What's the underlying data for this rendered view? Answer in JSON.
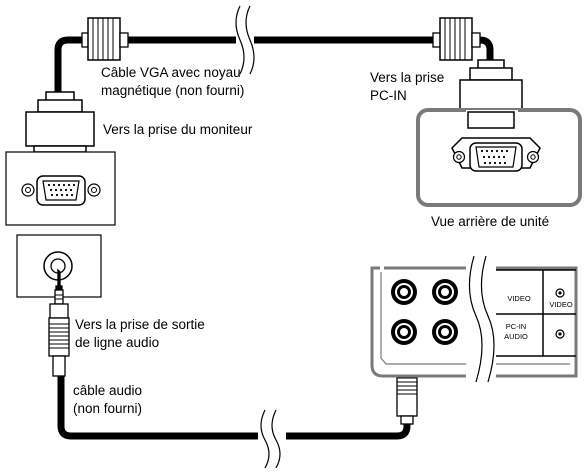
{
  "labels": {
    "vga_cable_line1": "Câble VGA avec noyau",
    "vga_cable_line2": "magnétique (non fourni)",
    "to_pc_in_line1": "Vers la prise",
    "to_pc_in_line2": "PC-IN",
    "to_monitor": "Vers la prise du moniteur",
    "rear_view": "Vue arrière de unité",
    "audio_out_line1": "Vers la prise de sortie",
    "audio_out_line2": "de ligne audio",
    "audio_cable_line1": "câble audio",
    "audio_cable_line2": "(non fourni)"
  },
  "panel": {
    "video_label": "VIDEO",
    "video_small": "VIDEO",
    "pcin_line1": "PC-IN",
    "pcin_line2": "AUDIO"
  }
}
